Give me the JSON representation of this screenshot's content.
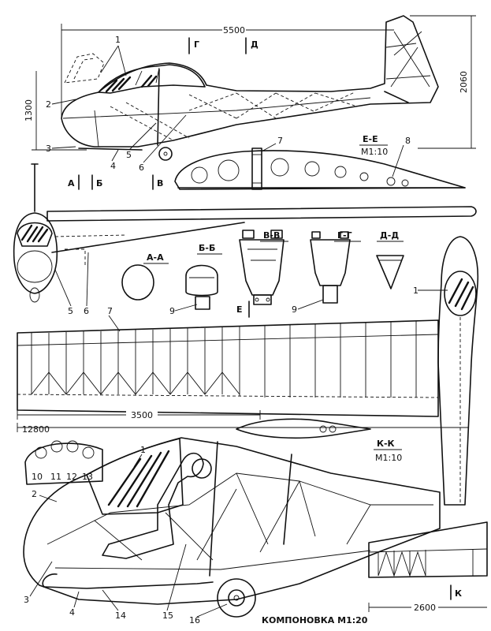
{
  "dimensions": {
    "length": "5500",
    "height": "2060",
    "fuselage_height": "1300",
    "wing_root": "3500",
    "span": "12800",
    "tail_span": "2600"
  },
  "sections": {
    "aa": "А-А",
    "bb": "Б-Б",
    "vv": "В-В",
    "gg": "Г-Г",
    "dd": "Д-Д",
    "ee": "Е-Е",
    "kk": "К-К",
    "scale": "М1:10"
  },
  "cut_marks": {
    "g": "Г",
    "d": "Д",
    "a": "А",
    "b": "Б",
    "v": "В",
    "e": "Е",
    "k": "К"
  },
  "callouts": {
    "n1": "1",
    "n2": "2",
    "n3": "3",
    "n4": "4",
    "n5": "5",
    "n6": "6",
    "n7": "7",
    "n8": "8",
    "n9": "9",
    "n10": "10",
    "n11": "11",
    "n12": "12",
    "n13": "13",
    "n14": "14",
    "n15": "15",
    "n16": "16"
  },
  "caption": "КОМПОНОВКА М1:20"
}
